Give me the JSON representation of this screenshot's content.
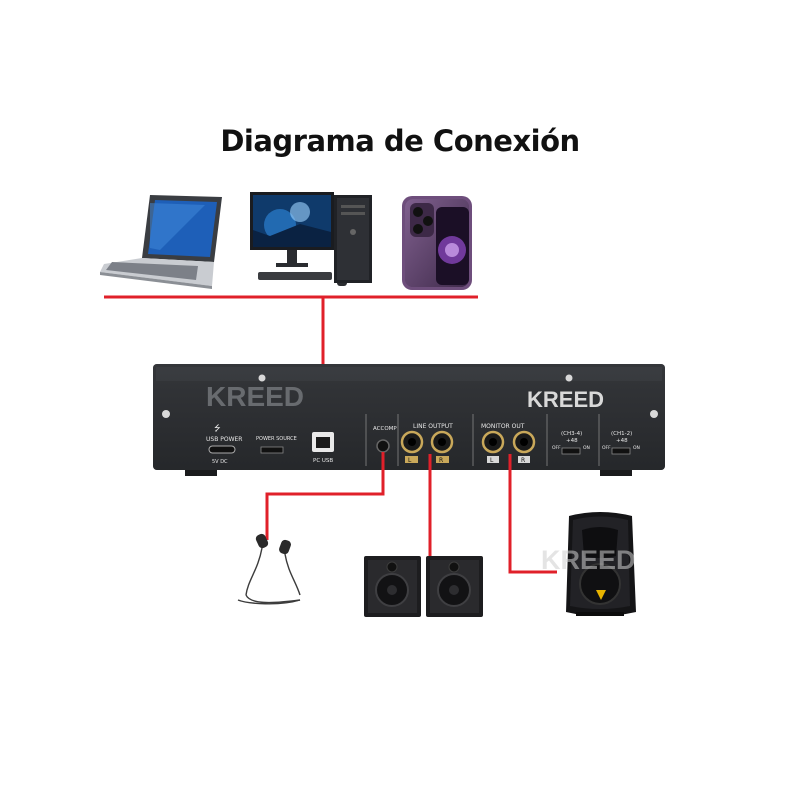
{
  "title": "Diagrama de Conexión",
  "device": {
    "brand": "KREED",
    "labels": {
      "usb_power": "USB POWER",
      "dc": "5V DC",
      "power_source": "POWER SOURCE",
      "pc_usb": "PC USB",
      "accomp": "ACCOMP",
      "line_output": "LINE OUTPUT",
      "monitor_out": "MONITOR OUT",
      "ch34": "(CH3-4)",
      "ch12": "(CH1-2)",
      "phantom": "+48",
      "off": "OFF",
      "on": "ON",
      "line_l": "L",
      "line_r": "R",
      "mon_l": "L",
      "mon_r": "R"
    }
  },
  "speaker_watermark": "KREED",
  "colors": {
    "cable": "#e0202a",
    "device": "#2b2d30",
    "label": "#e8e8e8"
  }
}
